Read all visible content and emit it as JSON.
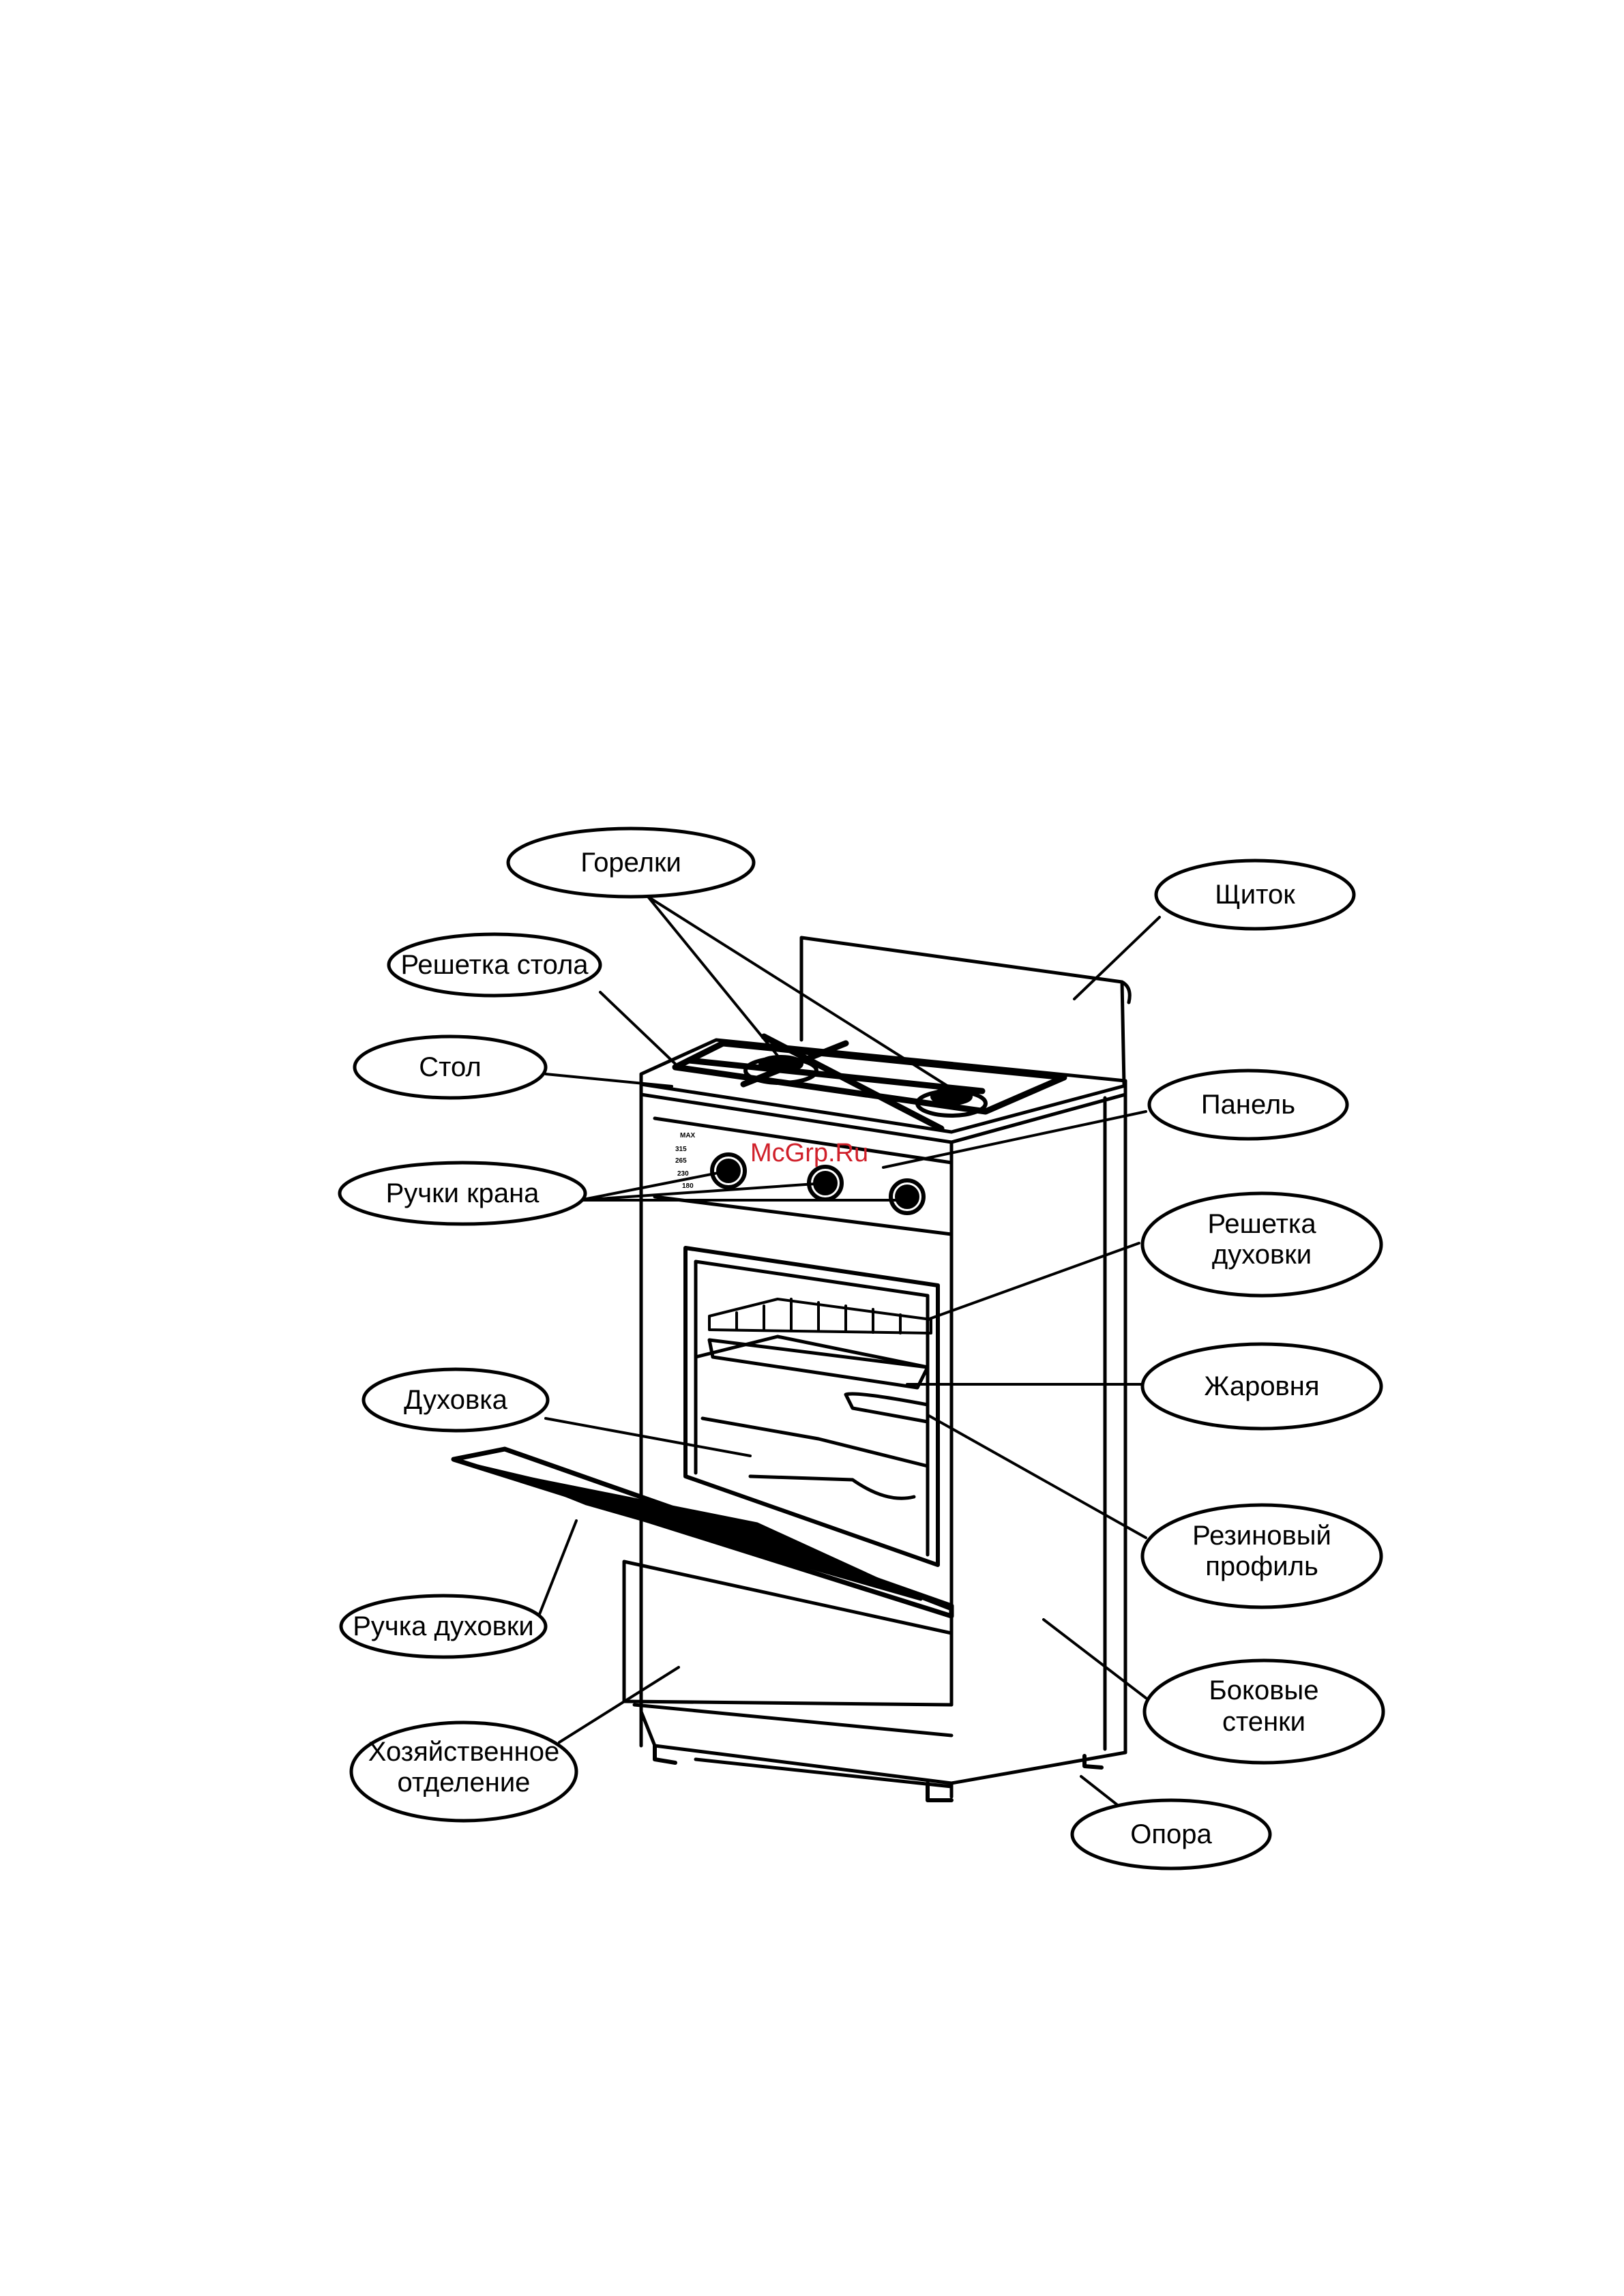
{
  "diagram": {
    "labels": {
      "burners": "Горелки",
      "backsplash": "Щиток",
      "hob_grate": "Решетка стола",
      "hob_top": "Стол",
      "panel": "Панель",
      "knobs": "Ручки крана",
      "oven_rack_1": "Решетка",
      "oven_rack_2": "духовки",
      "roasting_pan": "Жаровня",
      "oven": "Духовка",
      "rubber_seal_1": "Резиновый",
      "rubber_seal_2": "профиль",
      "oven_handle": "Ручка духовки",
      "side_walls_1": "Боковые",
      "side_walls_2": "стенки",
      "storage_1": "Хозяйственное",
      "storage_2": "отделение",
      "foot": "Опора"
    },
    "dial_marks": [
      "MAX",
      "315",
      "265",
      "230",
      "180"
    ],
    "watermark": "McGrp.Ru",
    "colors": {
      "ink": "#000000",
      "paper": "#ffffff",
      "watermark": "#d0202a"
    }
  }
}
